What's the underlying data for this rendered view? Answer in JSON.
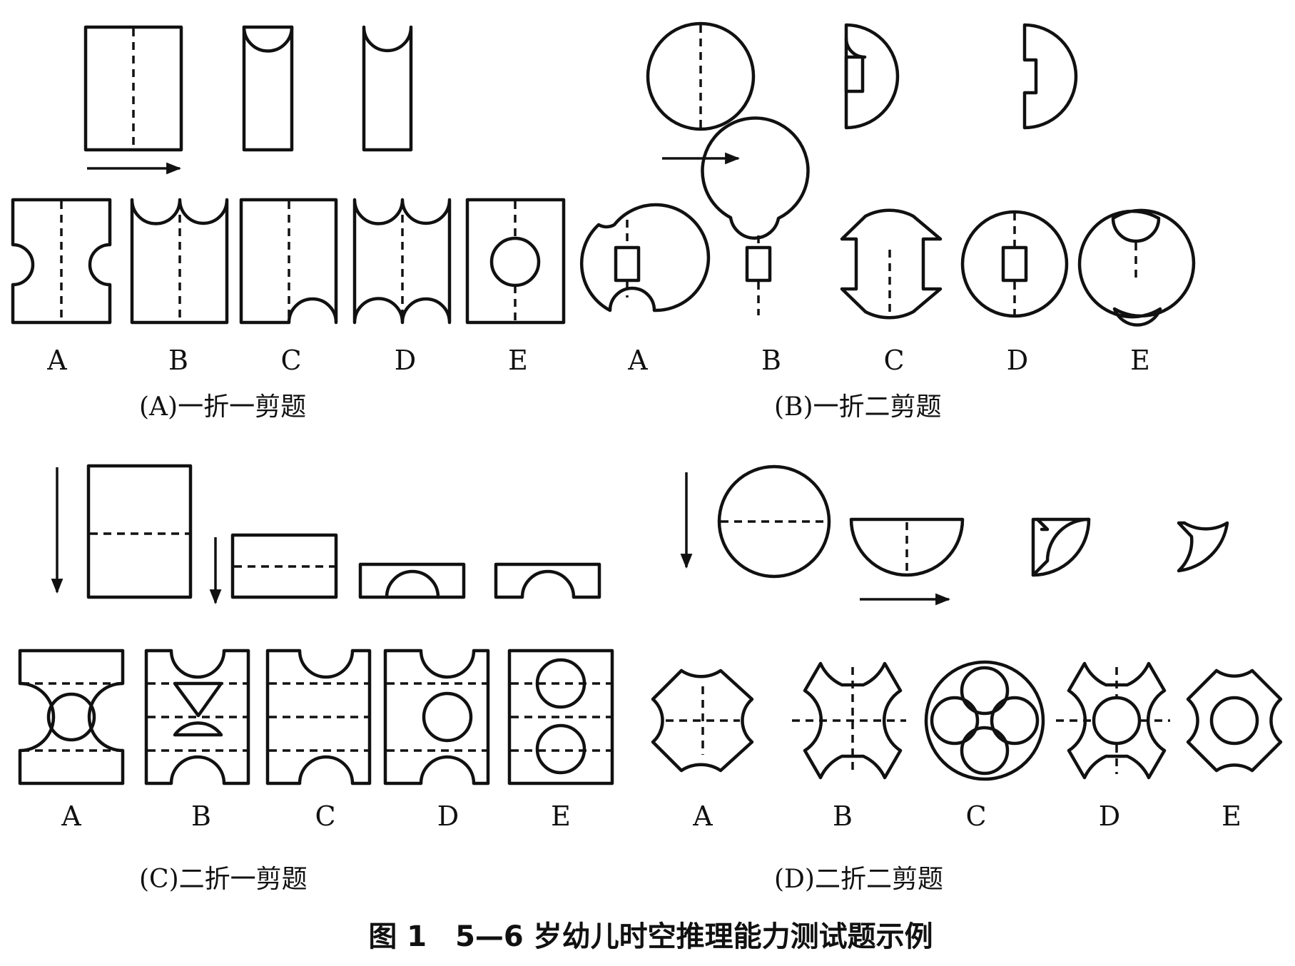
{
  "panels": {
    "a": {
      "caption": "(A)一折一剪题",
      "options": [
        "A",
        "B",
        "C",
        "D",
        "E"
      ]
    },
    "b": {
      "caption": "(B)一折二剪题",
      "options": [
        "A",
        "B",
        "C",
        "D",
        "E"
      ]
    },
    "c": {
      "caption": "(C)二折一剪题",
      "options": [
        "A",
        "B",
        "C",
        "D",
        "E"
      ]
    },
    "d": {
      "caption": "(D)二折二剪题",
      "options": [
        "A",
        "B",
        "C",
        "D",
        "E"
      ]
    }
  },
  "figure_caption": "图 1　5—6 岁幼儿时空推理能力测试题示例",
  "colors": {
    "line": "#111111",
    "background": "#ffffff"
  }
}
